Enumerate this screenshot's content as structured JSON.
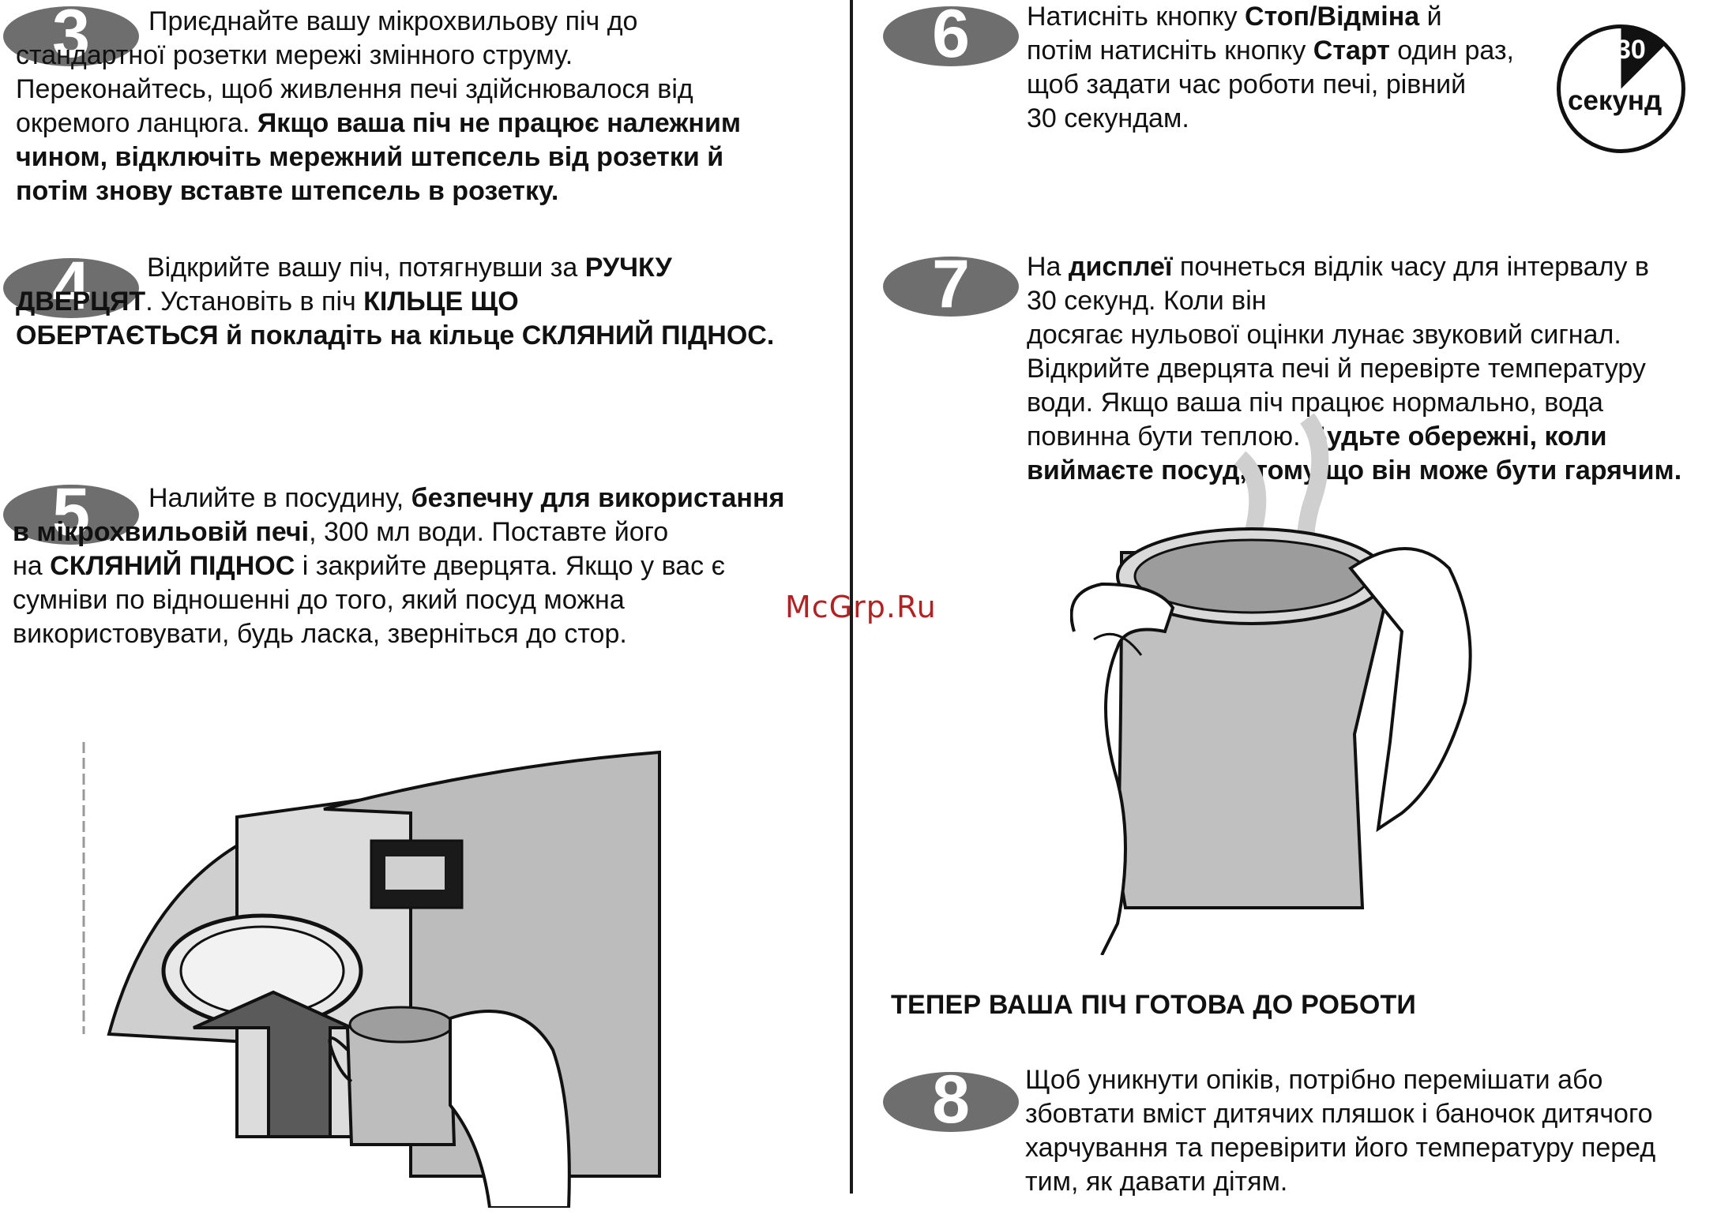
{
  "watermark": "McGrp.Ru",
  "steps": [
    {
      "number": "3",
      "segments": [
        {
          "text": "Приєднайте вашу мікрохвильову піч до",
          "bold": false,
          "br": true
        },
        {
          "text": "стандартної розетки мережі змінного струму.",
          "bold": false,
          "br": true
        },
        {
          "text": "Переконайтесь, щоб живлення печі здійснювалося від",
          "bold": false,
          "br": true
        },
        {
          "text": "окремого ланцюга. ",
          "bold": false,
          "br": false
        },
        {
          "text": "Якщо ваша піч не працює належним",
          "bold": true,
          "br": true
        },
        {
          "text": "чином, відключіть мережний штепсель від розетки й",
          "bold": true,
          "br": true
        },
        {
          "text": "потім знову вставте штепсель в розетку.",
          "bold": true,
          "br": false
        }
      ]
    },
    {
      "number": "4",
      "segments": [
        {
          "text": "Відкрийте вашу піч, потягнувши за ",
          "bold": false,
          "br": false
        },
        {
          "text": "РУЧКУ",
          "bold": true,
          "br": true
        },
        {
          "text": "ДВЕРЦЯТ",
          "bold": true,
          "br": false
        },
        {
          "text": ". Установіть в піч ",
          "bold": false,
          "br": false
        },
        {
          "text": "КІЛЬЦЕ ЩО",
          "bold": true,
          "br": true
        },
        {
          "text": "ОБЕРТАЄТЬСЯ й покладіть на кільце СКЛЯНИЙ ПІДНОС.",
          "bold": true,
          "br": false
        }
      ]
    },
    {
      "number": "5",
      "segments": [
        {
          "text": "Налийте в посудину, ",
          "bold": false,
          "br": false
        },
        {
          "text": "безпечну для використання",
          "bold": true,
          "br": true
        },
        {
          "text": "в мікрохвильовій печі",
          "bold": true,
          "br": false
        },
        {
          "text": ", 300 мл води. Поставте його",
          "bold": false,
          "br": true
        },
        {
          "text": "на ",
          "bold": false,
          "br": false
        },
        {
          "text": "СКЛЯНИЙ ПІДНОС",
          "bold": true,
          "br": false
        },
        {
          "text": "  і закрийте дверцята. Якщо у вас є",
          "bold": false,
          "br": true
        },
        {
          "text": "сумніви по відношенні до того, який посуд можна",
          "bold": false,
          "br": true
        },
        {
          "text": "використовувати, будь ласка, зверніться до стор.",
          "bold": false,
          "br": false
        }
      ]
    },
    {
      "number": "6",
      "segments": [
        {
          "text": "Натисніть кнопку ",
          "bold": false,
          "br": false
        },
        {
          "text": "Стоп/Відміна",
          "bold": true,
          "br": false
        },
        {
          "text": " й",
          "bold": false,
          "br": true
        },
        {
          "text": "потім натисніть кнопку ",
          "bold": false,
          "br": false
        },
        {
          "text": "Старт",
          "bold": true,
          "br": false
        },
        {
          "text": " один раз,",
          "bold": false,
          "br": true
        },
        {
          "text": "щоб задати час роботи печі, рівний",
          "bold": false,
          "br": true
        },
        {
          "text": "30 секундам.",
          "bold": false,
          "br": false
        }
      ]
    },
    {
      "number": "7",
      "segments": [
        {
          "text": "На ",
          "bold": false,
          "br": false
        },
        {
          "text": "дисплеї",
          "bold": true,
          "br": false
        },
        {
          "text": " почнеться відлік часу для інтервалу в",
          "bold": false,
          "br": true
        },
        {
          "text": "30 секунд. Коли він",
          "bold": false,
          "br": true
        },
        {
          "text": "досягає нульової оцінки лунає звуковий сигнал.",
          "bold": false,
          "br": true
        },
        {
          "text": "Відкрийте дверцята печі й перевірте температуру",
          "bold": false,
          "br": true
        },
        {
          "text": "води. Якщо ваша піч працює нормально, вода",
          "bold": false,
          "br": true
        },
        {
          "text": "повинна бути теплою. ",
          "bold": false,
          "br": false
        },
        {
          "text": "Будьте обережні, коли",
          "bold": true,
          "br": true
        },
        {
          "text": "виймаєте посуд, тому що він може бути гарячим.",
          "bold": true,
          "br": false
        }
      ]
    },
    {
      "number": "8",
      "segments": [
        {
          "text": "Щоб уникнути опіків, потрібно перемішати або",
          "bold": false,
          "br": true
        },
        {
          "text": "збовтати вміст дитячих пляшок і баночок дитячого",
          "bold": false,
          "br": true
        },
        {
          "text": "харчування та перевірити його температуру перед",
          "bold": false,
          "br": true
        },
        {
          "text": "тим, як давати дітям.",
          "bold": false,
          "br": false
        }
      ]
    }
  ],
  "timer": {
    "value": "30",
    "label": "секунд"
  },
  "ready_heading": "ТЕПЕР ВАША ПІЧ ГОТОВА ДО РОБОТИ",
  "colors": {
    "badge": "#6e6e6e",
    "divider": "#1a1a1a",
    "watermark": "#b22222"
  }
}
